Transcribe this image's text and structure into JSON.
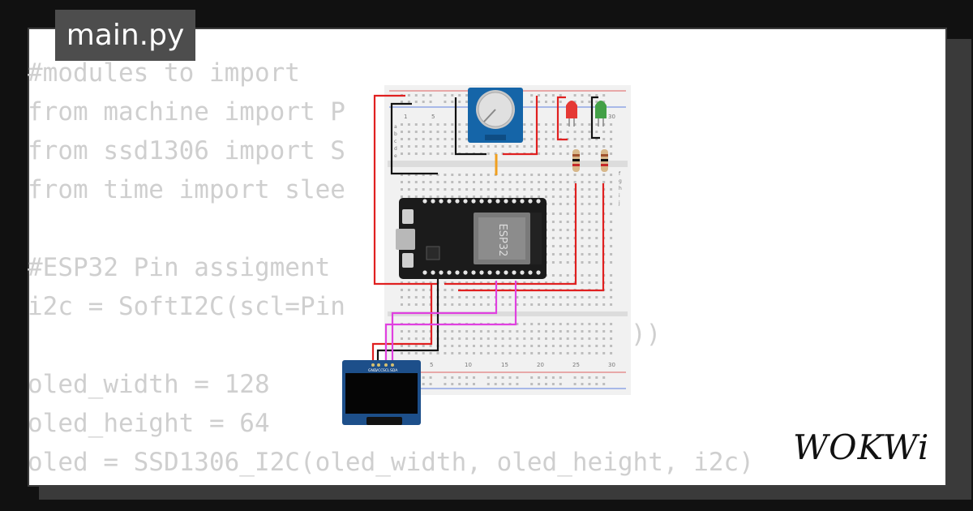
{
  "file_tab": {
    "label": "main.py"
  },
  "code_lines": [
    "#modules to import",
    "from machine import P",
    "from ssd1306 import S",
    "from time import slee",
    "",
    "#ESP32 Pin assigment",
    "i2c = SoftI2C(scl=Pin",
    "",
    "oled_width = 128",
    "oled_height = 64",
    "oled = SSD1306_I2C(oled_width, oled_height, i2c)"
  ],
  "code_partial_tail": "))",
  "breadboard": {
    "column_labels_top": [
      "1",
      "5",
      "30"
    ],
    "column_labels_bottom": [
      "5",
      "10",
      "15",
      "20",
      "25",
      "30"
    ],
    "row_labels": [
      "a",
      "b",
      "c",
      "d",
      "e",
      "f",
      "g",
      "h",
      "i",
      "j"
    ]
  },
  "esp32": {
    "chip_label": "ESP32"
  },
  "oled": {
    "pin_labels": [
      "GND",
      "VCC",
      "SCL",
      "SDA"
    ]
  },
  "leds": [
    {
      "name": "red",
      "color": "#e53935"
    },
    {
      "name": "green",
      "color": "#43a047"
    }
  ],
  "logo": {
    "text": "WOKWi"
  },
  "colors": {
    "background": "#111111",
    "card": "#ffffff",
    "tab": "#4d4d4d",
    "code_text": "#cfcfcf",
    "wire_red": "#e02020",
    "wire_black": "#111111",
    "wire_magenta": "#e040e0",
    "wire_orange": "#f0a020"
  }
}
